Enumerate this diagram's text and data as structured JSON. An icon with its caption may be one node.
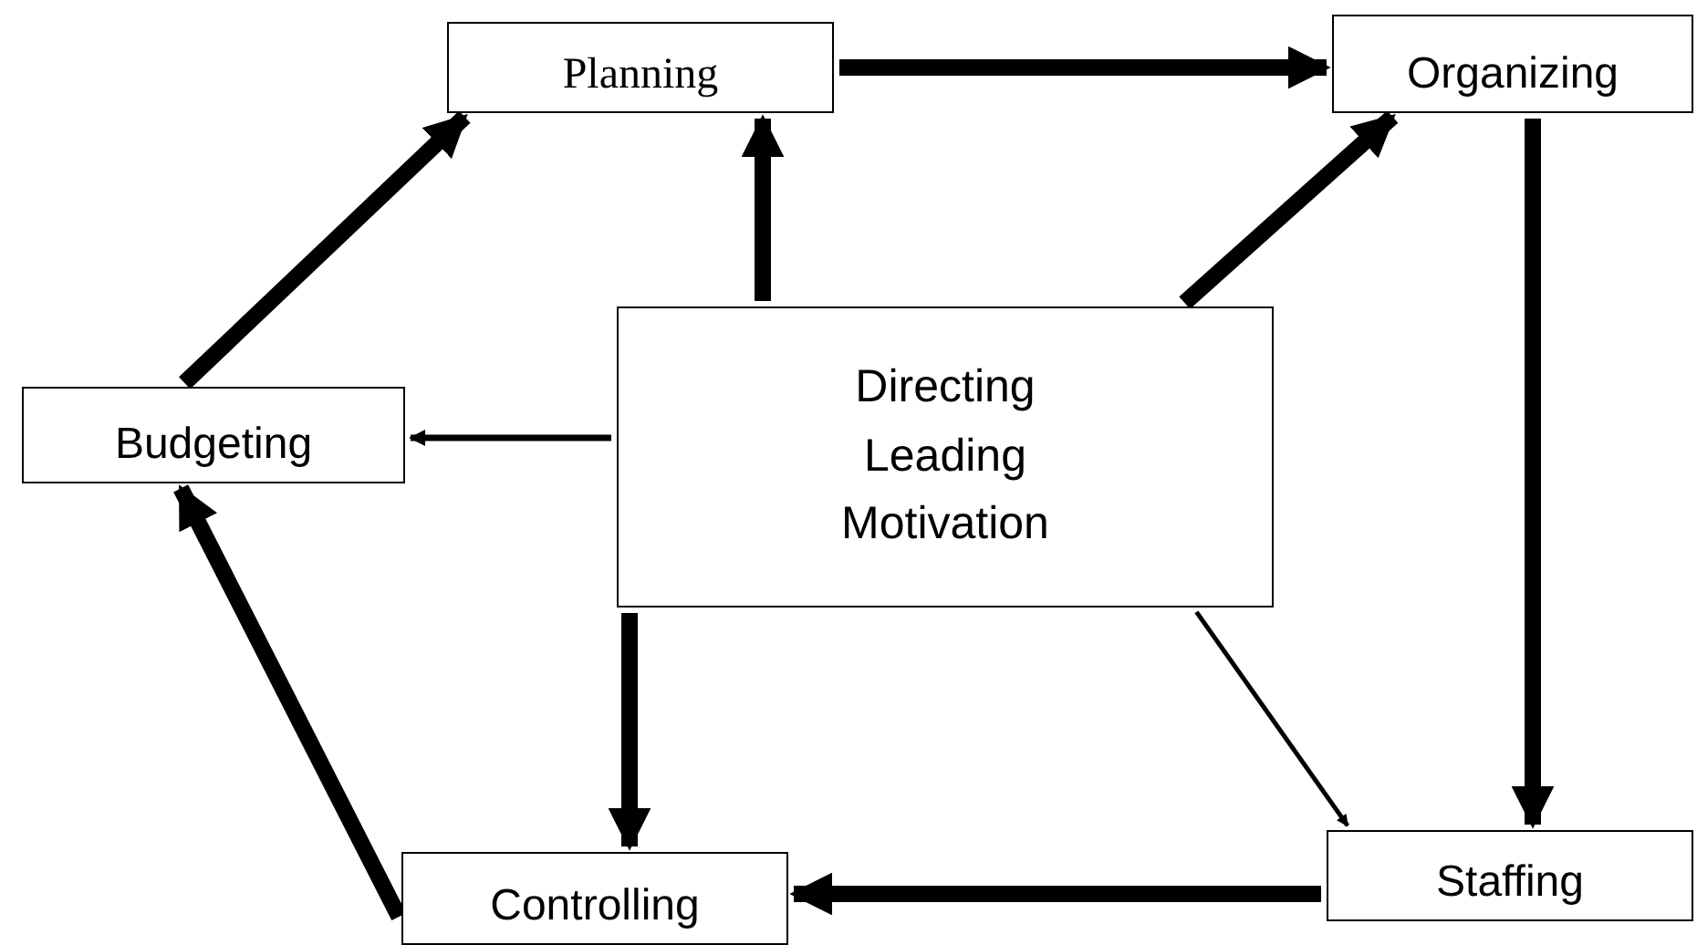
{
  "diagram": {
    "nodes": [
      {
        "text": [
          "Planning"
        ]
      },
      {
        "text": [
          "Organizing"
        ]
      },
      {
        "text": [
          "Budgeting"
        ]
      },
      {
        "text": [
          "Directing",
          "Leading",
          "Motivation"
        ]
      },
      {
        "text": [
          "Staffing"
        ]
      },
      {
        "text": [
          "Controlling"
        ]
      }
    ],
    "edges": [
      {
        "from": 0,
        "to": 1,
        "arrow": "to"
      },
      {
        "from": 1,
        "to": 4,
        "arrow": "to"
      },
      {
        "from": 4,
        "to": 5,
        "arrow": "to"
      },
      {
        "from": 5,
        "to": 2,
        "arrow": "to"
      },
      {
        "from": 2,
        "to": 0,
        "arrow": "to"
      },
      {
        "from": 3,
        "to": 0,
        "arrow": "to"
      },
      {
        "from": 3,
        "to": 1,
        "arrow": "to"
      },
      {
        "from": 3,
        "to": 2,
        "arrow": "to"
      },
      {
        "from": 3,
        "to": 4,
        "arrow": "to"
      },
      {
        "from": 3,
        "to": 5,
        "arrow": "to"
      }
    ]
  }
}
